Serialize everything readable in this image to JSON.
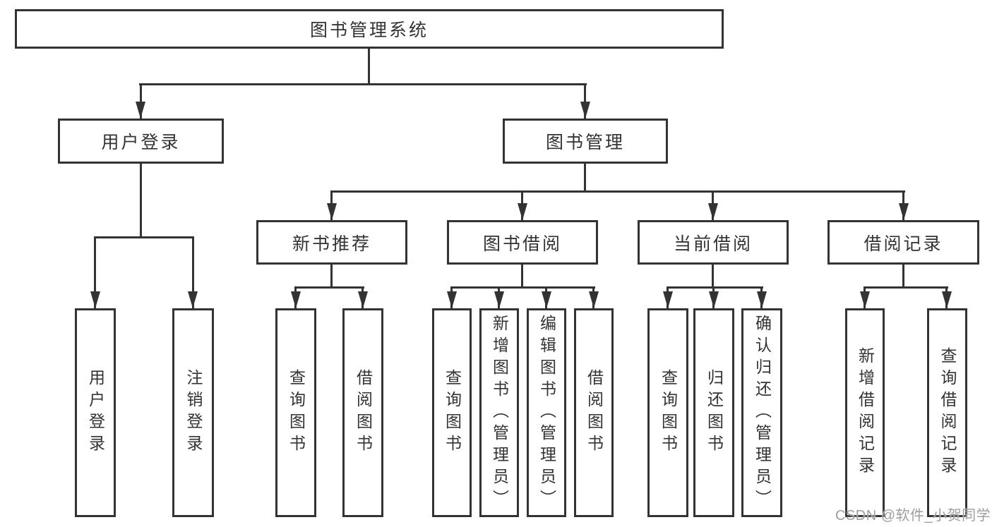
{
  "nodes": {
    "root": "图书管理系统",
    "level2": [
      "用户登录",
      "图书管理"
    ],
    "level3": [
      "新书推荐",
      "图书借阅",
      "当前借阅",
      "借阅记录"
    ],
    "leaves": {
      "user_login": [
        "用户登录",
        "注销登录"
      ],
      "new_book_recommend": [
        "查询图书",
        "借阅图书"
      ],
      "book_borrow": [
        "查询图书",
        "新增图书（管理员）",
        "编辑图书（管理员）",
        "借阅图书"
      ],
      "current_borrow": [
        "查询图书",
        "归还图书",
        "确认归还（管理员）"
      ],
      "borrow_record": [
        "新增借阅记录",
        "查询借阅记录"
      ]
    }
  },
  "hierarchy": {
    "图书管理系统": [
      "用户登录",
      "图书管理"
    ],
    "用户登录": [
      "用户登录",
      "注销登录"
    ],
    "图书管理": [
      "新书推荐",
      "图书借阅",
      "当前借阅",
      "借阅记录"
    ],
    "新书推荐": [
      "查询图书",
      "借阅图书"
    ],
    "图书借阅": [
      "查询图书",
      "新增图书（管理员）",
      "编辑图书（管理员）",
      "借阅图书"
    ],
    "当前借阅": [
      "查询图书",
      "归还图书",
      "确认归还（管理员）"
    ],
    "借阅记录": [
      "新增借阅记录",
      "查询借阅记录"
    ]
  },
  "watermark": "CSDN @软件_小贺同学",
  "colors": {
    "line": "#333333",
    "text": "#333333",
    "watermark": "#9e9e9e",
    "background": "#ffffff"
  }
}
